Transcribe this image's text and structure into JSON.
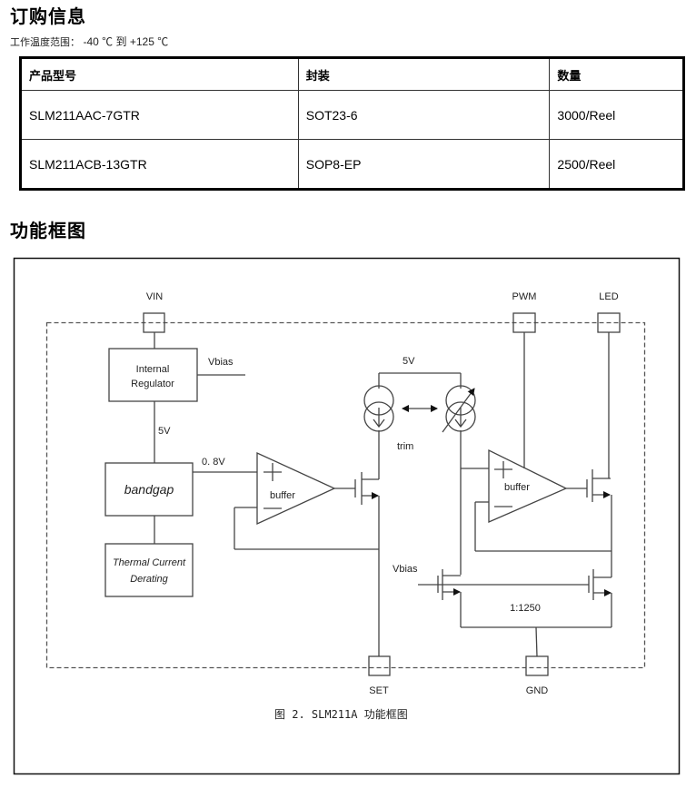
{
  "ordering": {
    "title": "订购信息",
    "temp_label": "工作温度范围：",
    "temp_value": "-40 ℃ 到 +125 ℃",
    "table": {
      "headers": [
        "产品型号",
        "封装",
        "数量"
      ],
      "rows": [
        [
          "SLM211AAC-7GTR",
          "SOT23-6",
          "3000/Reel"
        ],
        [
          "SLM211ACB-13GTR",
          "SOP8-EP",
          "2500/Reel"
        ]
      ]
    }
  },
  "block_diagram": {
    "title": "功能框图",
    "pins": {
      "vin": "VIN",
      "pwm": "PWM",
      "led": "LED",
      "set": "SET",
      "gnd": "GND"
    },
    "blocks": {
      "regulator_line1": "Internal",
      "regulator_line2": "Regulator",
      "bandgap": "bandgap",
      "thermal_line1": "Thermal Current",
      "thermal_line2": "Derating"
    },
    "labels": {
      "vbias_top": "Vbias",
      "five_v_left": "5V",
      "zero_eight_v": "0. 8V",
      "five_v_top": "5V",
      "trim": "trim",
      "buffer_left": "buffer",
      "buffer_right": "buffer",
      "vbias_bottom": "Vbias",
      "ratio": "1:1250"
    },
    "caption": "图 2. SLM211A 功能框图"
  }
}
